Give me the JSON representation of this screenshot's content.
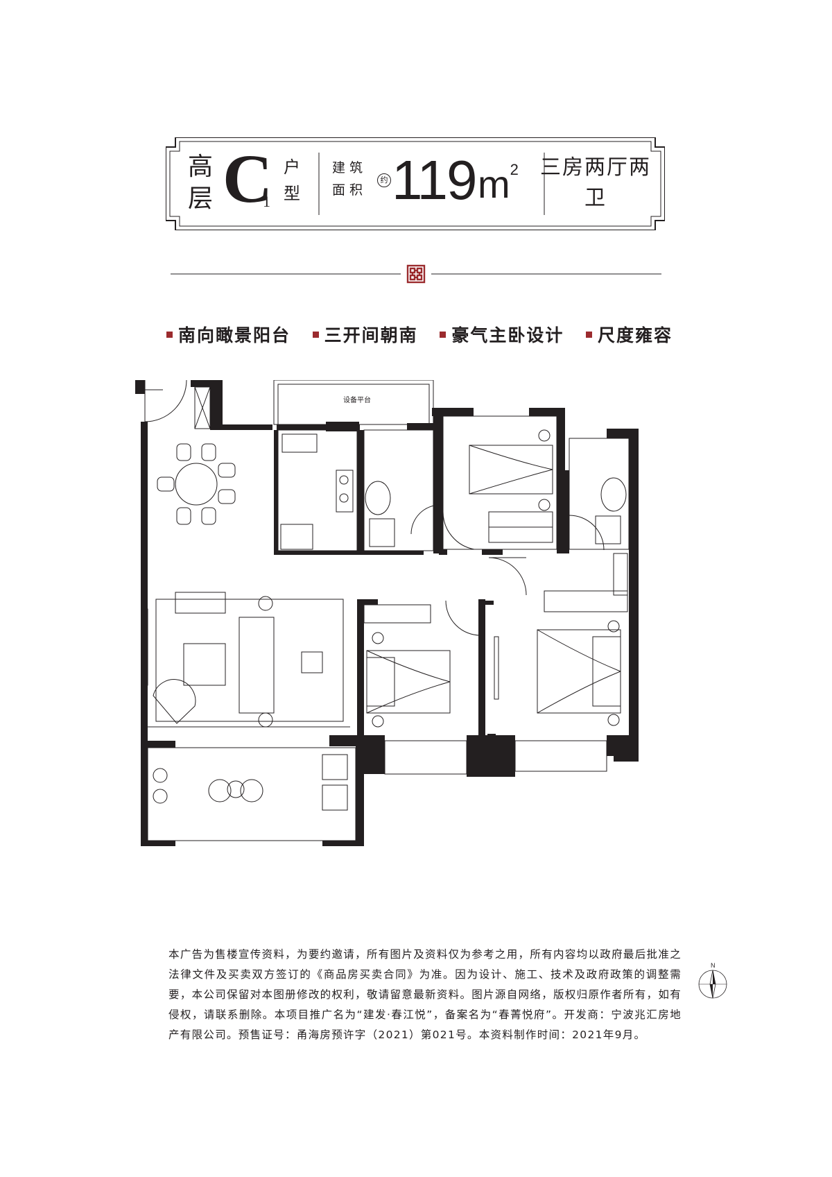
{
  "header": {
    "tower_type": "高层",
    "unit_letter": "C",
    "unit_subscript": "1",
    "unit_type_label": "户型",
    "area_label": "建筑面积",
    "approx_label": "约",
    "area_value": "119",
    "area_unit": "m",
    "area_unit_power": "2",
    "layout": "三房两厅两卫"
  },
  "features": [
    "南向瞰景阳台",
    "三开间朝南",
    "豪气主卧设计",
    "尺度雍容"
  ],
  "floorplan": {
    "platform_label": "设备平台"
  },
  "disclaimer": "本广告为售楼宣传资料，为要约邀请，所有图片及资料仅为参考之用，所有内容均以政府最后批准之法律文件及买卖双方签订的《商品房买卖合同》为准。因为设计、施工、技术及政府政策的调整需要，本公司保留对本图册修改的权利，敬请留意最新资料。图片源自网络，版权归原作者所有，如有侵权，请联系删除。本项目推广名为“建发·春江悦”，备案名为“春菁悦府”。开发商：宁波兆汇房地产有限公司。预售证号：甬海房预许字（2021）第021号。本资料制作时间：2021年9月。",
  "compass": {
    "north_label": "N"
  },
  "colors": {
    "accent_red": "#9b2b2e",
    "wall_dark": "#231f20"
  }
}
